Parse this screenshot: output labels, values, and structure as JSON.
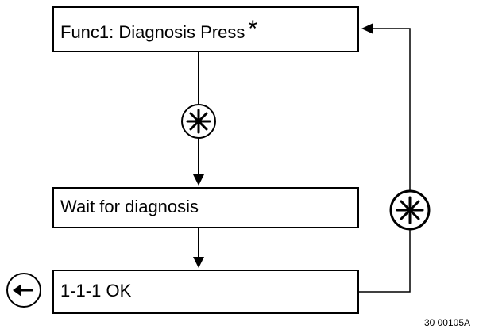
{
  "boxes": {
    "func_label": "Func1: Diagnosis Press",
    "func_star": "*",
    "wait_label": "Wait for diagnosis",
    "ok_label": "1-1-1 OK"
  },
  "icons": {
    "star_button_1": "star-button-icon",
    "star_button_2": "star-button-icon",
    "back_button": "left-arrow-button-icon"
  },
  "figure_id": "30 00105A"
}
